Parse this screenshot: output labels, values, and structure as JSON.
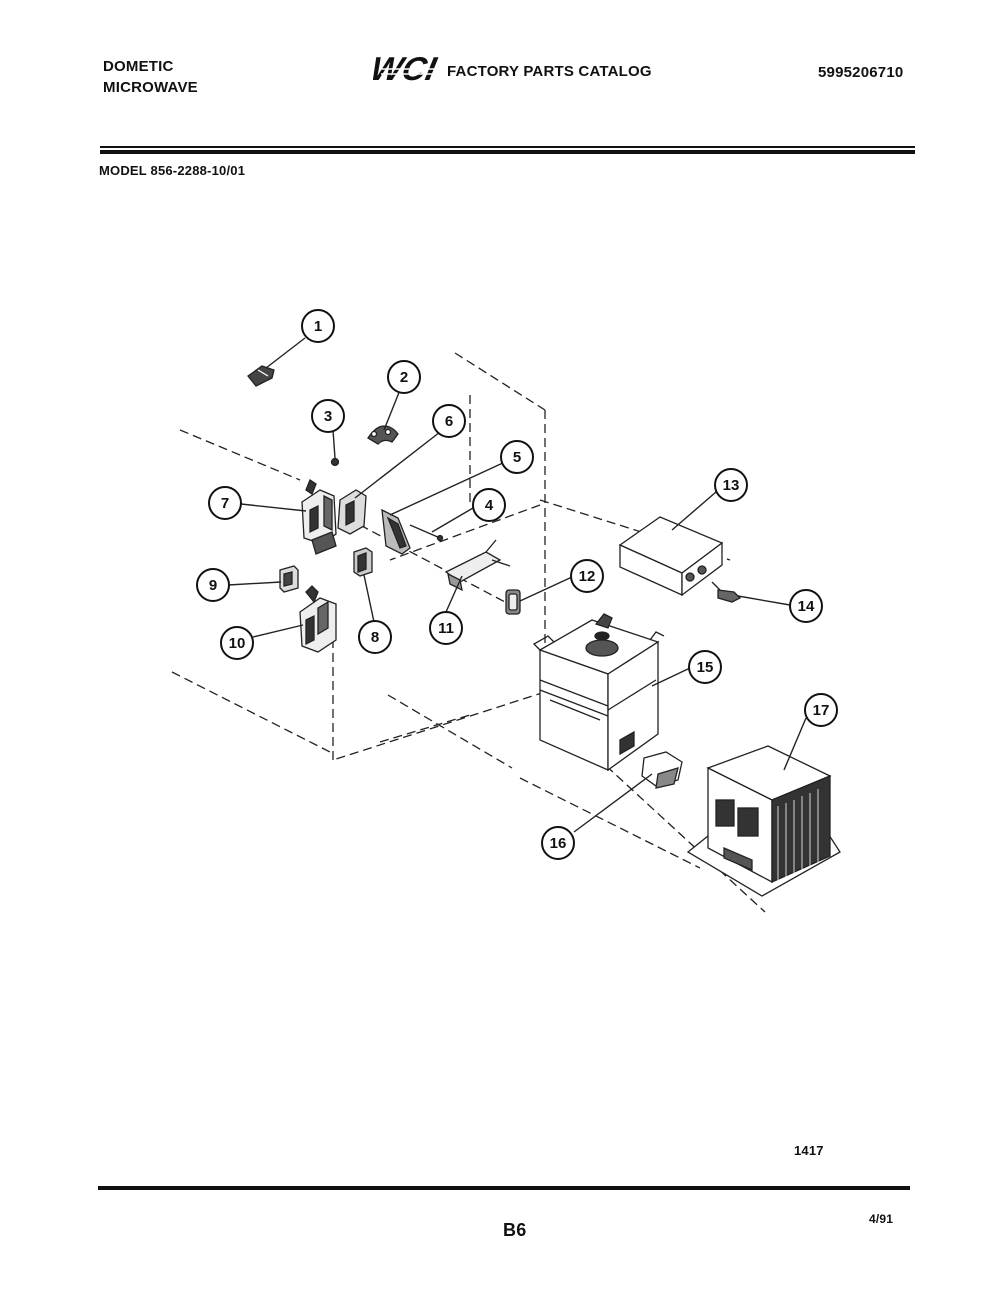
{
  "header": {
    "brand_line1": "DOMETIC",
    "brand_line2": "MICROWAVE",
    "logo_text": "WCI",
    "catalog_title": "FACTORY PARTS CATALOG",
    "catalog_number": "5995206710"
  },
  "model": "MODEL 856-2288-10/01",
  "callouts": [
    "1",
    "2",
    "3",
    "4",
    "5",
    "6",
    "7",
    "8",
    "9",
    "10",
    "11",
    "12",
    "13",
    "14",
    "15",
    "16",
    "17"
  ],
  "footer": {
    "figure_number": "1417",
    "page_label": "B6",
    "date": "4/91"
  }
}
